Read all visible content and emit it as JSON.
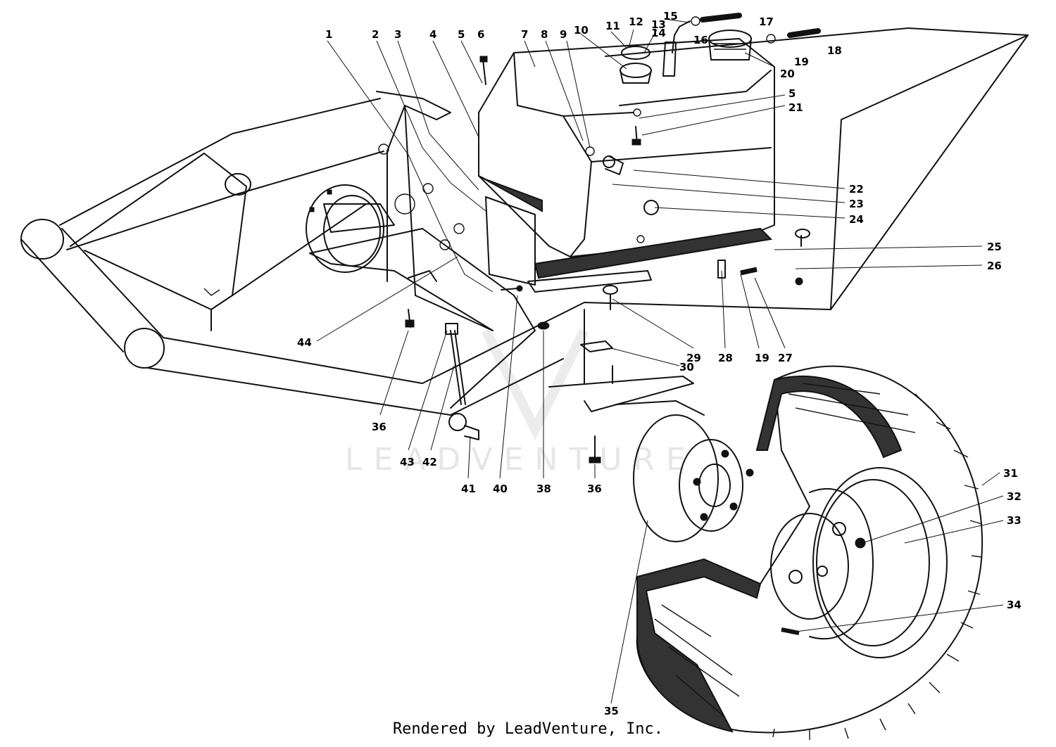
{
  "footer": "Rendered by LeadVenture, Inc.",
  "watermark": "LEADVENTURE",
  "callouts": [
    "1",
    "2",
    "3",
    "4",
    "5",
    "6",
    "7",
    "8",
    "9",
    "10",
    "11",
    "12",
    "13",
    "14",
    "15",
    "16",
    "17",
    "18",
    "19",
    "20",
    "5",
    "21",
    "22",
    "23",
    "24",
    "25",
    "26",
    "28",
    "19",
    "27",
    "29",
    "30",
    "44",
    "36",
    "43",
    "42",
    "41",
    "40",
    "38",
    "36",
    "31",
    "32",
    "33",
    "34",
    "35"
  ]
}
